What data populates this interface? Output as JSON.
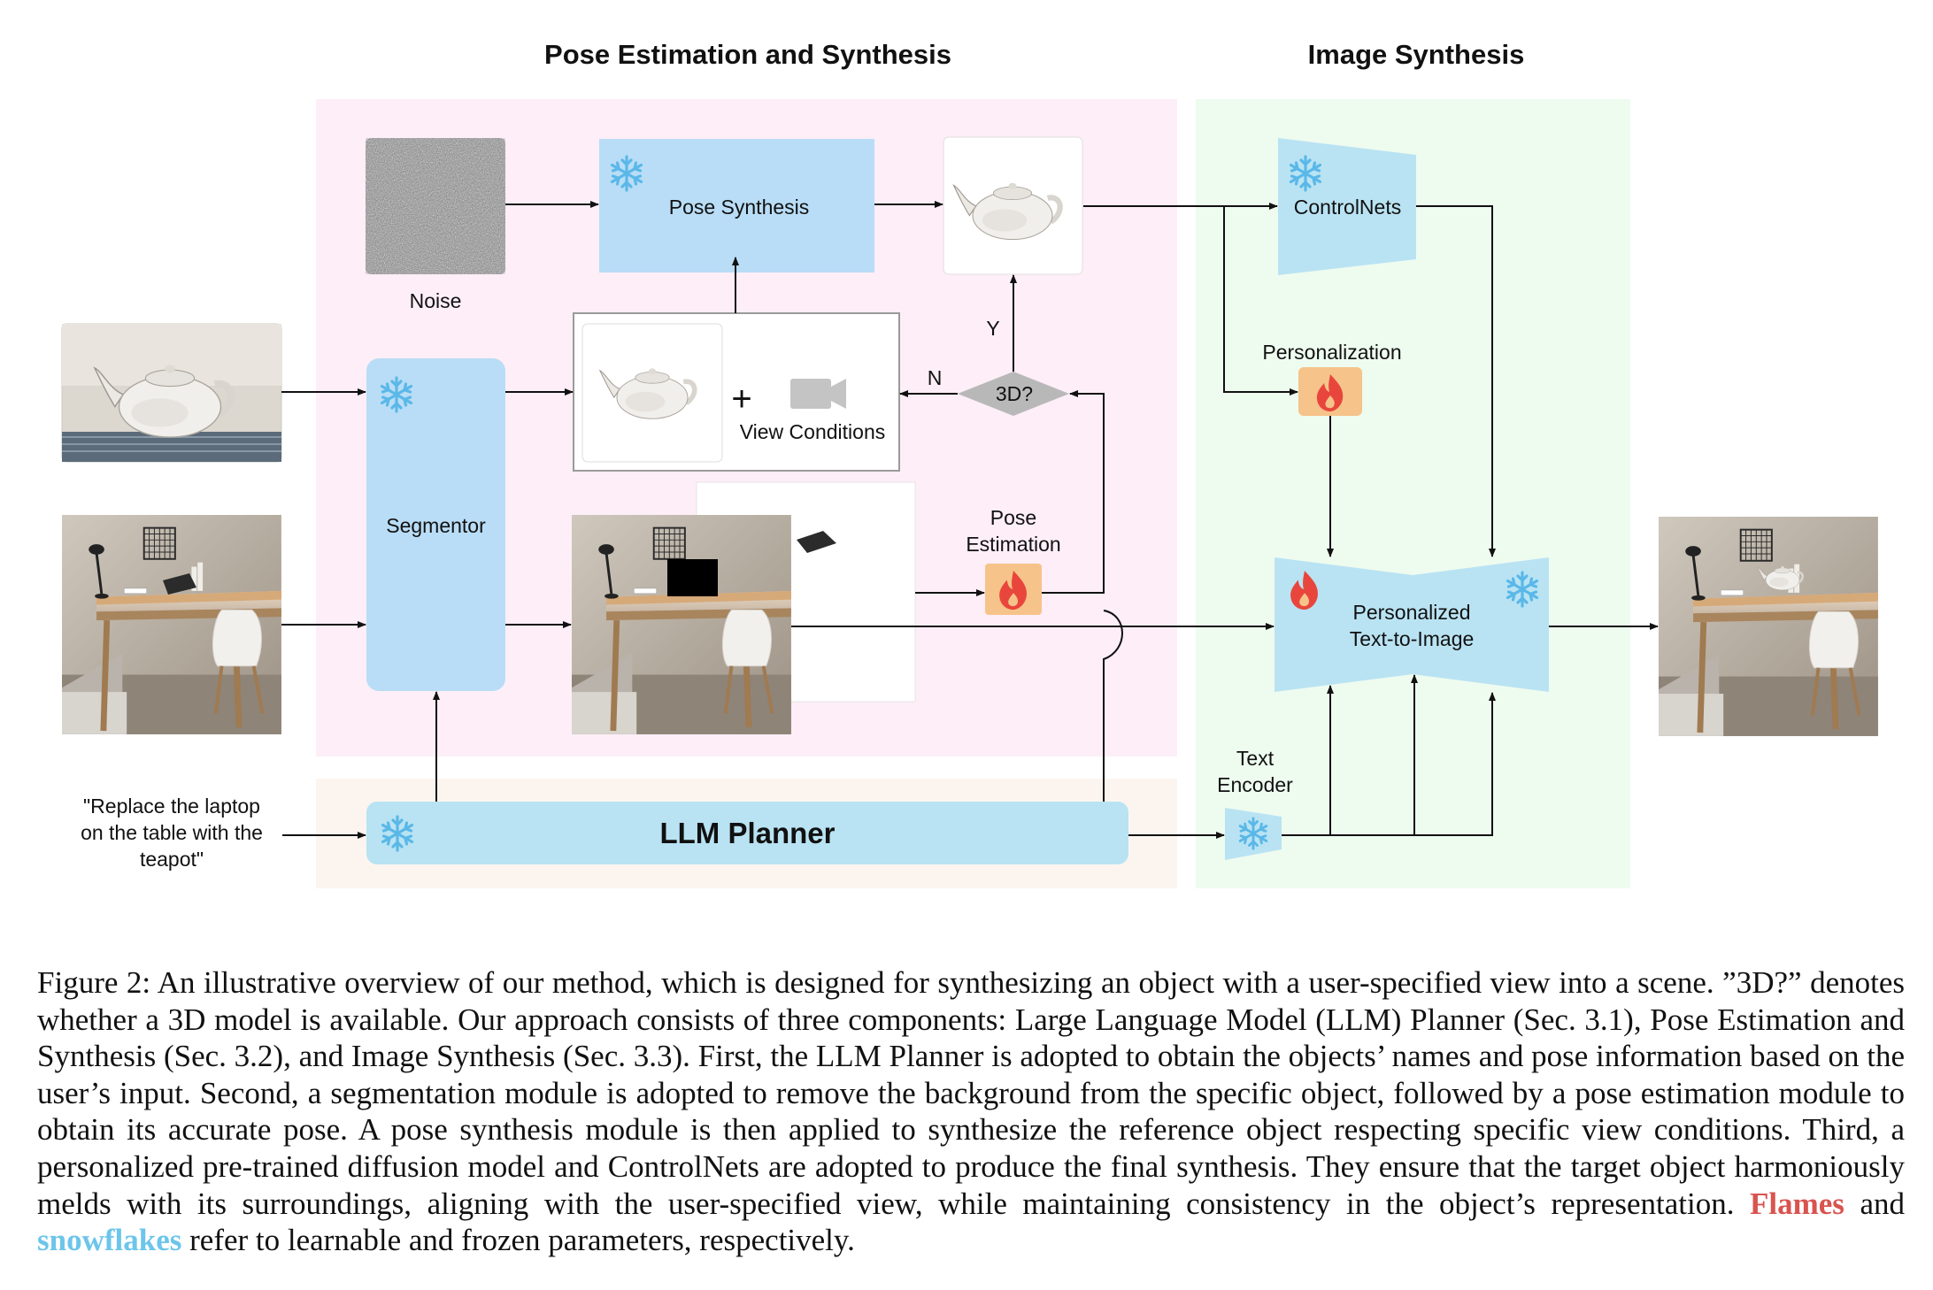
{
  "titles": {
    "pose_section": "Pose Estimation and Synthesis",
    "image_section": "Image Synthesis"
  },
  "labels": {
    "noise": "Noise",
    "pose_synthesis": "Pose Synthesis",
    "segmentor": "Segmentor",
    "view_conditions": "View Conditions",
    "plus": "+",
    "decision": "3D?",
    "yes": "Y",
    "no": "N",
    "pose_estimation_1": "Pose",
    "pose_estimation_2": "Estimation",
    "controlnets": "ControlNets",
    "personalization": "Personalization",
    "t2i_1": "Personalized",
    "t2i_2": "Text-to-Image",
    "text_encoder_1": "Text",
    "text_encoder_2": "Encoder",
    "llm_planner": "LLM Planner",
    "prompt_1": "\"Replace the laptop",
    "prompt_2": "on the table with the",
    "prompt_3": "teapot\""
  },
  "caption": {
    "main": "Figure 2: An illustrative overview of our method, which is designed for synthesizing an object with a user-specified view into a scene. ”3D?” denotes whether a 3D model is available. Our approach consists of three components: Large Language Model (LLM) Planner (Sec. 3.1), Pose Estimation and Synthesis (Sec. 3.2), and Image Synthesis (Sec. 3.3). First, the LLM Planner is adopted to obtain the objects’ names and pose information based on the user’s input. Second, a segmentation module is adopted to remove the background from the specific object, followed by a pose estimation module to obtain its accurate pose. A pose synthesis module is then applied to synthesize the reference object respecting specific view conditions. Third, a personalized pre-trained diffusion model and ControlNets are adopted to produce the final synthesis. They ensure that the target object harmoniously melds with its surroundings, aligning with the user-specified view, while maintaining consistency in the object’s representation.",
    "flames": "Flames",
    "and": "and",
    "snowflakes": "snowflakes",
    "tail": "refer to learnable and frozen parameters, respectively."
  },
  "colors": {
    "pose_bg": "#fdeef7",
    "llm_bg": "#fcf5ef",
    "image_bg": "#eefbef",
    "module_blue": "#b9ddf6",
    "llm_blue": "#b9e3f3",
    "snowflake": "#5ab8e8",
    "flame_bg": "#f6c38a",
    "flame": "#e8463c"
  }
}
